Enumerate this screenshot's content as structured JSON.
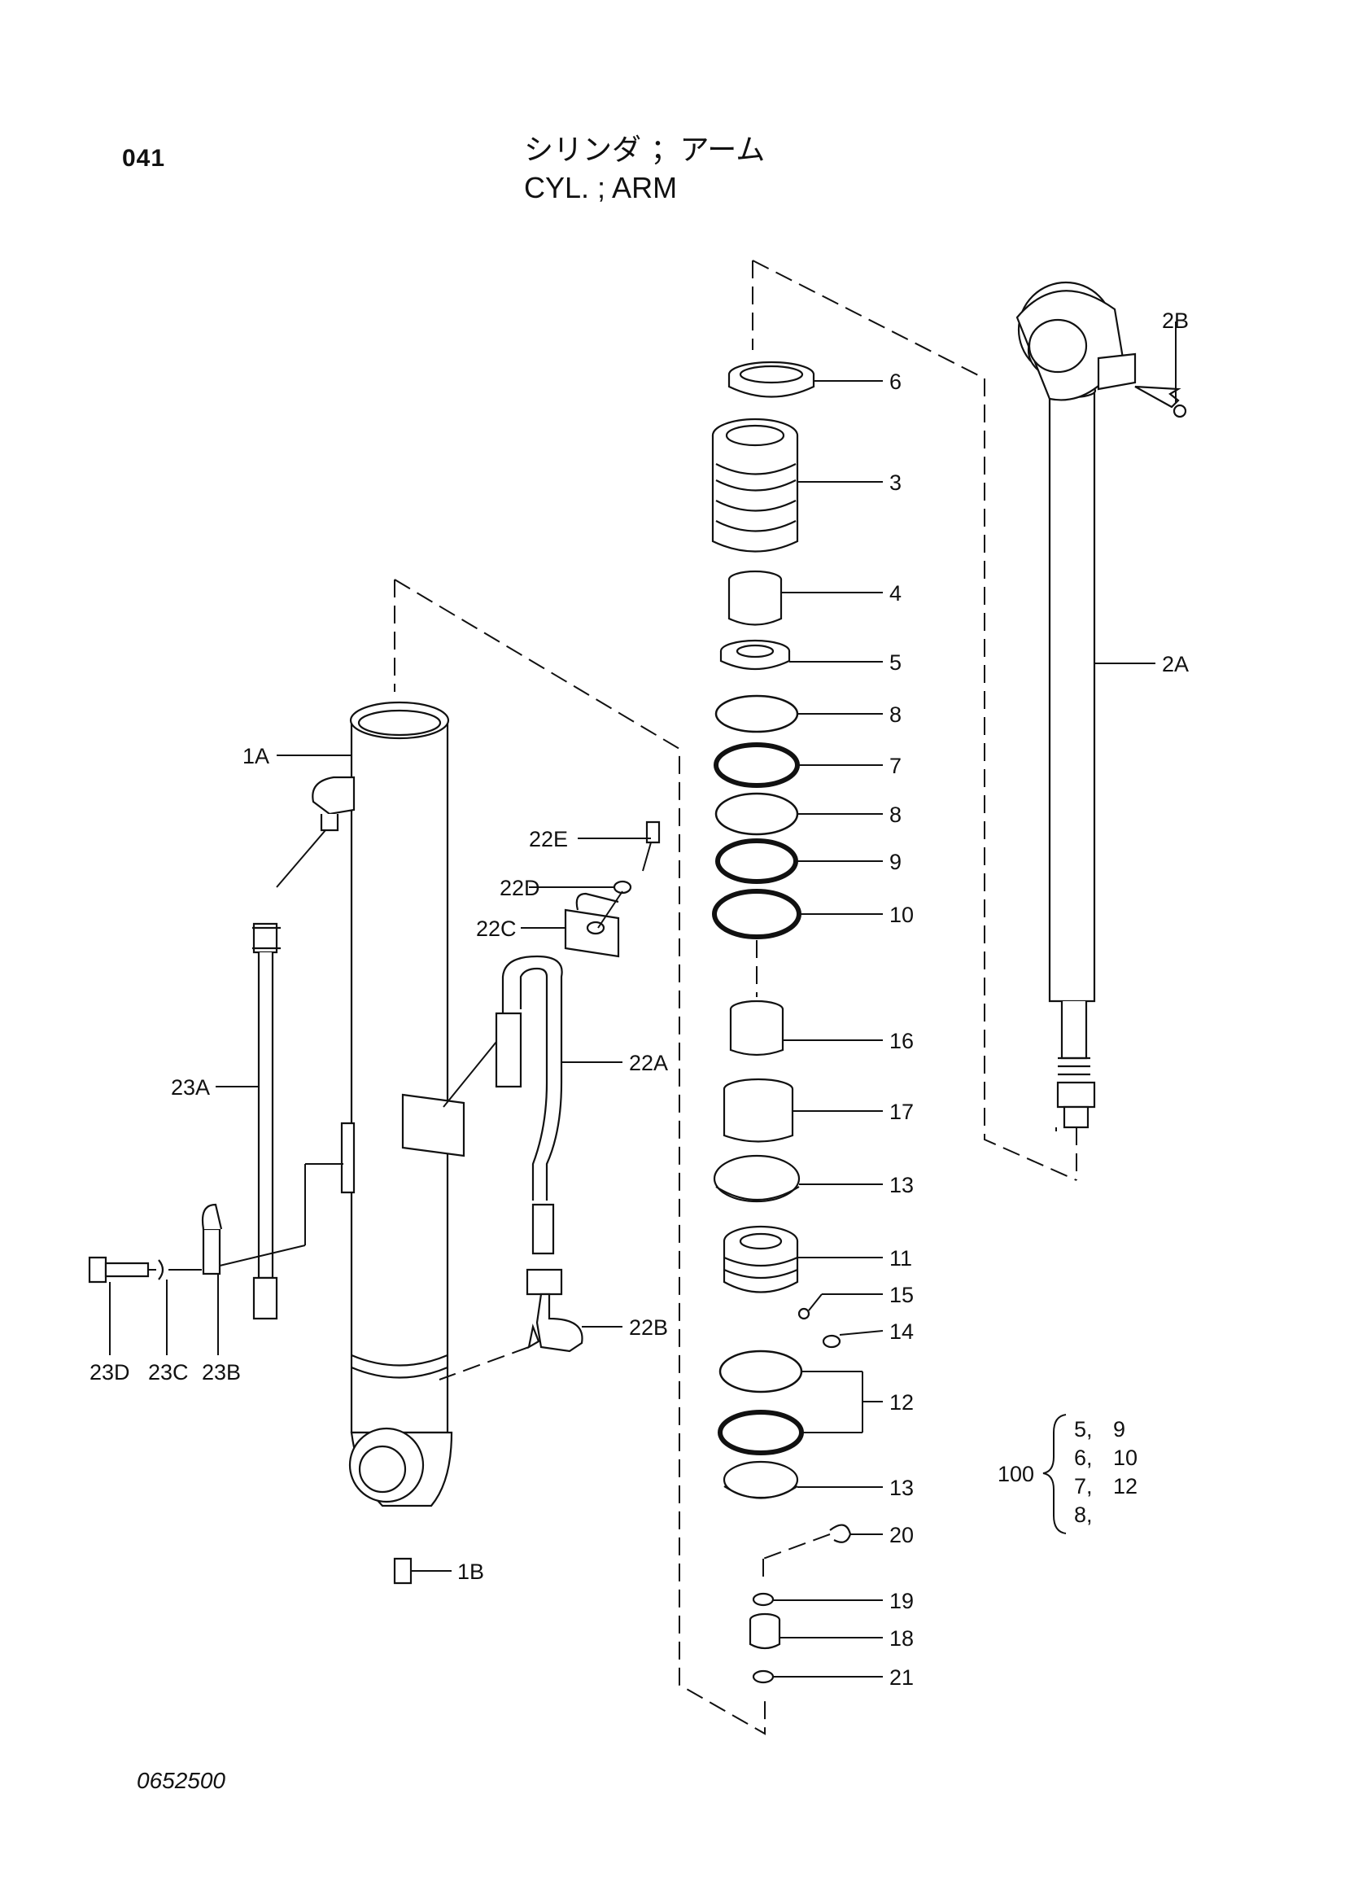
{
  "header": {
    "page_number": "041",
    "title_jp": "シリンダ ；アーム",
    "title_en": "CYL. ; ARM"
  },
  "footer": {
    "drawing_number": "0652500"
  },
  "callouts": {
    "p1A": "1A",
    "p1B": "1B",
    "p2A": "2A",
    "p2B": "2B",
    "p3": "3",
    "p4": "4",
    "p5": "5",
    "p6": "6",
    "p7": "7",
    "p8a": "8",
    "p8b": "8",
    "p9": "9",
    "p10": "10",
    "p11": "11",
    "p12": "12",
    "p13a": "13",
    "p13b": "13",
    "p14": "14",
    "p15": "15",
    "p16": "16",
    "p17": "17",
    "p18": "18",
    "p19": "19",
    "p20": "20",
    "p21": "21",
    "p22A": "22A",
    "p22B": "22B",
    "p22C": "22C",
    "p22D": "22D",
    "p22E": "22E",
    "p23A": "23A",
    "p23B": "23B",
    "p23C": "23C",
    "p23D": "23D"
  },
  "seal_kit": {
    "kit_number": "100",
    "rows": [
      [
        "5,",
        "9"
      ],
      [
        "6,",
        "10"
      ],
      [
        "7,",
        "12"
      ],
      [
        "8,",
        ""
      ]
    ]
  }
}
